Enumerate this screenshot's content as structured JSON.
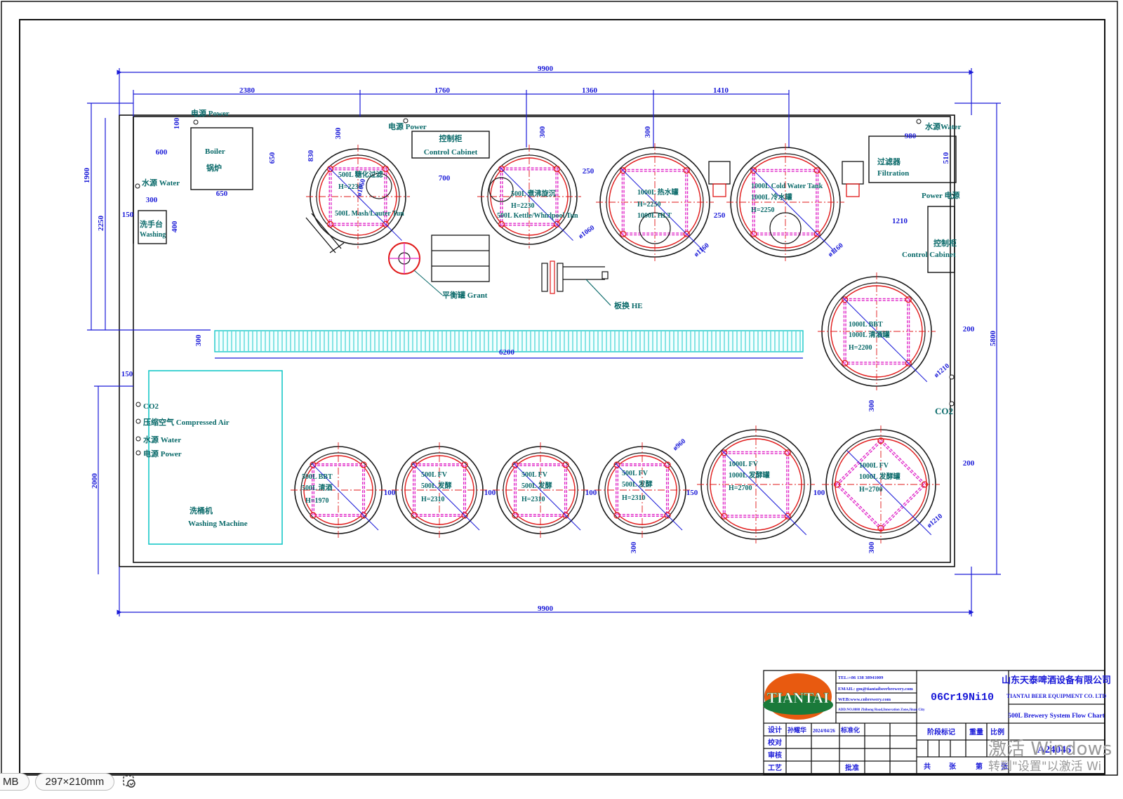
{
  "overall_dims": {
    "top": "9900",
    "bottom": "9900",
    "left": "1900",
    "left2": "2250",
    "right": "5800",
    "lower_left": "2000"
  },
  "top_dims": [
    "2380",
    "1760",
    "1360",
    "1410"
  ],
  "small_dims": {
    "d100": "100",
    "d600": "600",
    "d650": "650",
    "d680": "650",
    "d300a": "300",
    "d400": "400",
    "d150": "150",
    "d300_mash": "300",
    "d830": "830",
    "d300_kettle": "300",
    "d700": "700",
    "d250a": "250",
    "d300_hlt": "300",
    "d250b": "250",
    "d980": "980",
    "d510": "510",
    "d1210a": "1210",
    "d300_belt": "300",
    "d6200": "6200",
    "d150_low": "150",
    "d200a": "200",
    "d300_bbt": "300",
    "d200b": "200",
    "d300_b1": "300",
    "d300_b2": "300",
    "gap100a": "100",
    "gap100b": "100",
    "gap100c": "100",
    "gap150": "150",
    "gap100d": "100"
  },
  "utilities": {
    "power_top": "电源 Power",
    "water_left": "水源 Water",
    "power_mid": "电源  Power",
    "water_right": "水源Water",
    "power_right": "Power 电源",
    "co2_low": "CO2",
    "air_low": "压缩空气 Compressed Air",
    "water_low": "水源  Water",
    "power_low": "电源  Power",
    "co2_right": "CO2"
  },
  "equipment": {
    "boiler_en": "Boiler",
    "boiler_cn": "锅炉",
    "washing_cn": "洗手台",
    "washing_en": "Washing",
    "cabinet_top_cn": "控制柜",
    "cabinet_top_en": "Control Cabinet",
    "filter_cn": "过滤器",
    "filter_en": "Filtration",
    "cabinet_right_cn": "控制柜",
    "cabinet_right_en": "Control Cabinet",
    "grant": "平衡罐 Grant",
    "he": "板换 HE",
    "washer_cn": "洗桶机",
    "washer_en": "Washing Machine"
  },
  "tanks": {
    "mash": {
      "l1": "500L 糖化过滤",
      "l2": "H=2230",
      "l3": "500L Mash/Lauter Tun",
      "dia": "ø1060"
    },
    "kettle": {
      "l1": "500L 煮沸旋沉",
      "l2": "H=2230",
      "l3": "500L Kettle/Whirlpool Tun",
      "dia": "ø1060"
    },
    "hlt": {
      "l1": "1000L 热水罐",
      "l2": "H=2250",
      "l3": "1000L HLT",
      "dia": "ø1160"
    },
    "clt": {
      "l1": "1000L Cold Water Tank",
      "l2": "1000L 冷水罐",
      "l3": "H=2250",
      "dia": "ø1160"
    },
    "bbt_big": {
      "l1": "1000L BBT",
      "l2": "1000L 清酒罐",
      "l3": "H=2200",
      "dia": "ø1210"
    },
    "bbt_small": {
      "l1": "500L BBT",
      "l2": "500L 清酒",
      "l3": "H=1970"
    },
    "fv1": {
      "l1": "500L FV",
      "l2": "500L 发酵",
      "l3": "H=2310"
    },
    "fv2": {
      "l1": "500L FV",
      "l2": "500L 发酵",
      "l3": "H=2310"
    },
    "fv3": {
      "l1": "500L FV",
      "l2": "500L 发酵",
      "l3": "H=2310",
      "dia": "ø960"
    },
    "fv4": {
      "l1": "1000L FV",
      "l2": "1000L 发酵罐",
      "l3": "H=2700"
    },
    "fv5": {
      "l1": "1000L FV",
      "l2": "1000L 发酵罐",
      "l3": "H=2700",
      "dia": "ø1210"
    }
  },
  "title_block": {
    "logo": "TIANTAI",
    "tel": "TEL:+86 138 38941009",
    "email": "EMAIL: gm@tiantaibeerbrewery.com",
    "web": "WEB:www.cnbrewery.com",
    "addr": "ADD:NO.8888 Zhihong Road,Innovation Zone,Jinan City",
    "material": "06Cr19Ni10",
    "company_cn": "山东天泰啤酒设备有限公司",
    "company_en": "TIANTAI BEER EQUIPMENT CO. LTD",
    "drawing_title": "500L Brewery System Flow Chart",
    "drawing_no": "A24046",
    "row_design": "设计",
    "designer": "孙耀华",
    "date": "2024/04/26",
    "row_std": "标准化",
    "row_check": "校对",
    "row_review": "审核",
    "row_process": "工艺",
    "approve": "批准",
    "stage_mark": "阶段标记",
    "weight": "重量",
    "scale": "比例",
    "sheets_total": "共",
    "sheet": "张",
    "page_of": "第",
    "sheet2": "张"
  },
  "statusbar": {
    "size_left": "MB",
    "paper": "297×210mm"
  },
  "watermark": {
    "line1": "激活 Windows",
    "line2": "转到\"设置\"以激活 Wi"
  },
  "colors": {
    "frame": "#111111",
    "dimension": "#1a1ad8",
    "tank_outline": "#1a1a1a",
    "tank_red": "#e01818",
    "tank_magenta": "#e028c8",
    "label": "#0a6a6a",
    "conveyor": "#18c8c8"
  }
}
